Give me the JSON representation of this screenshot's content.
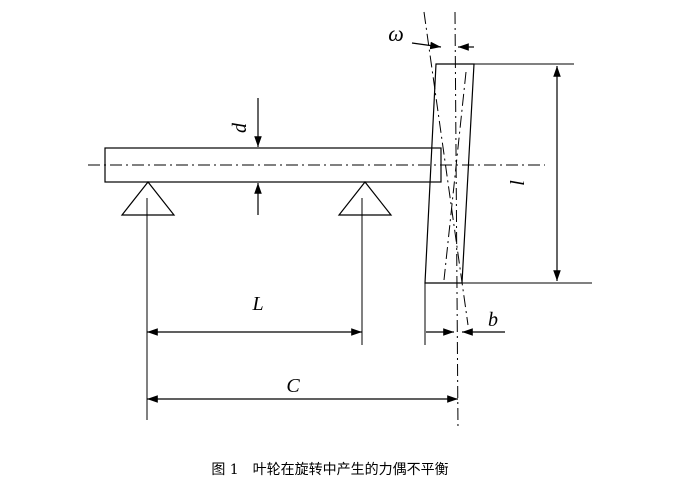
{
  "diagram": {
    "labels": {
      "omega": "ω",
      "d": "d",
      "l": "l",
      "L": "L",
      "b": "b",
      "C": "C"
    },
    "caption": "图 1　叶轮在旋转中产生的力偶不平衡"
  }
}
